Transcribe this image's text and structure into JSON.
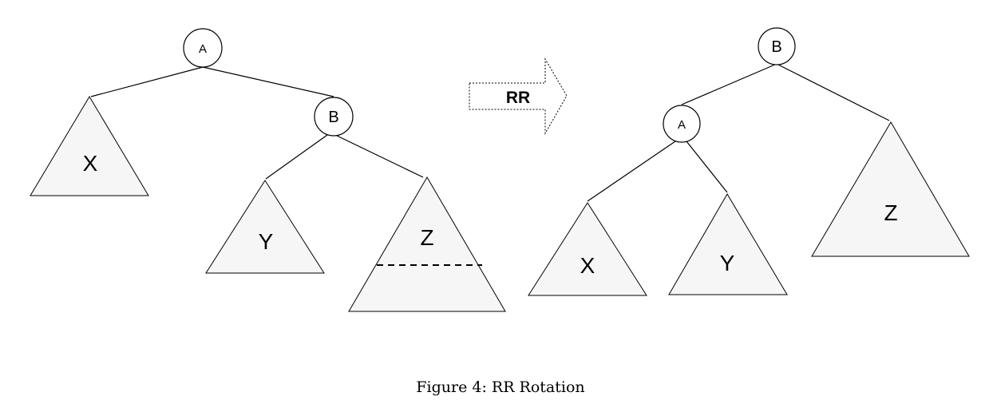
{
  "diagram": {
    "before": {
      "root": "A",
      "child": "B",
      "subtrees": [
        "X",
        "Y",
        "Z"
      ]
    },
    "operation": "RR",
    "after": {
      "root": "B",
      "child": "A",
      "subtrees": [
        "X",
        "Y",
        "Z"
      ]
    }
  },
  "caption": "Figure 4: RR Rotation"
}
